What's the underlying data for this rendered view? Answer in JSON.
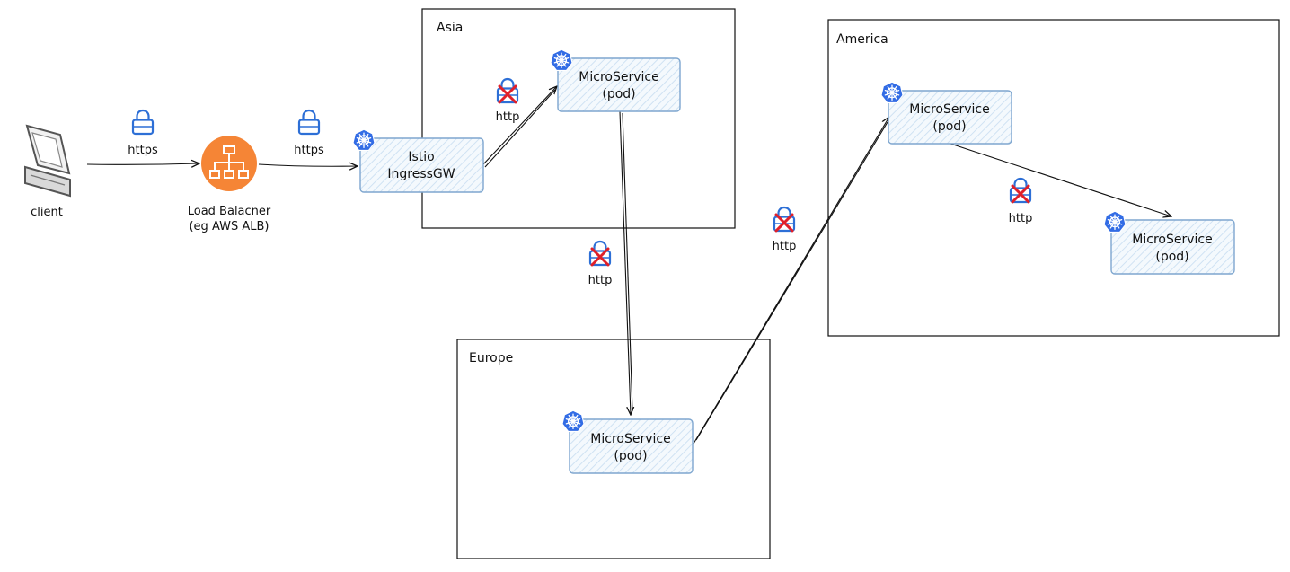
{
  "client": {
    "label": "client"
  },
  "load_balancer": {
    "label_line1": "Load Balacner",
    "label_line2": "(eg AWS ALB)"
  },
  "regions": {
    "asia": {
      "label": "Asia"
    },
    "america": {
      "label": "America"
    },
    "europe": {
      "label": "Europe"
    }
  },
  "nodes": {
    "istio": {
      "line1": "Istio",
      "line2": "IngressGW",
      "icon": "kubernetes-icon"
    },
    "asia_ms": {
      "line1": "MicroService",
      "line2": "(pod)",
      "icon": "kubernetes-icon"
    },
    "america_ms1": {
      "line1": "MicroService",
      "line2": "(pod)",
      "icon": "kubernetes-icon"
    },
    "america_ms2": {
      "line1": "MicroService",
      "line2": "(pod)",
      "icon": "kubernetes-icon"
    },
    "europe_ms": {
      "line1": "MicroService",
      "line2": "(pod)",
      "icon": "kubernetes-icon"
    }
  },
  "protocols": {
    "client_lb": {
      "label": "https",
      "icon": "lock-icon"
    },
    "lb_istio": {
      "label": "https",
      "icon": "lock-icon"
    },
    "istio_asia": {
      "label": "http",
      "icon": "unlocked-insecure-icon"
    },
    "asia_europe": {
      "label": "http",
      "icon": "unlocked-insecure-icon"
    },
    "europe_america": {
      "label": "http",
      "icon": "unlocked-insecure-icon"
    },
    "america_internal": {
      "label": "http",
      "icon": "unlocked-insecure-icon"
    }
  },
  "colors": {
    "lock": "#2d6fd6",
    "insecure_x": "#e0202a",
    "k8s": "#326ce5",
    "load_balancer": "#f58536",
    "box_stroke": "#7ea6cf",
    "box_hatch": "#cfe2f3"
  }
}
